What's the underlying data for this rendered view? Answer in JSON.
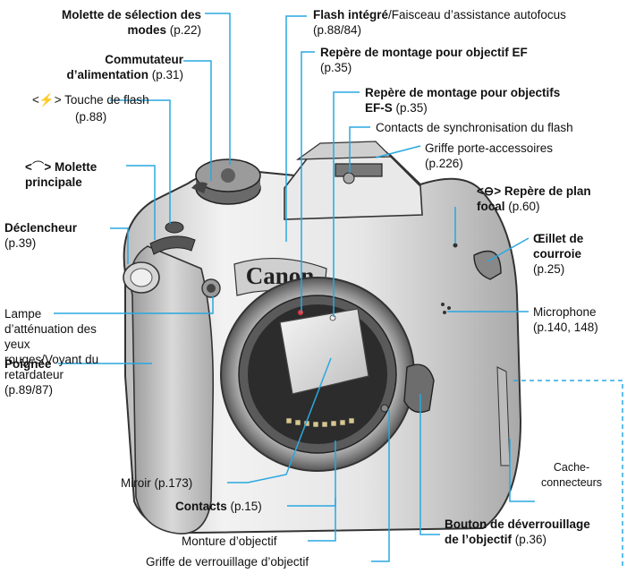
{
  "labels": {
    "molette_modes": {
      "name": "Molette de sélection des modes",
      "page": " (p.22)"
    },
    "commutateur": {
      "name": "Commutateur d’alimentation",
      "page": " (p.31)"
    },
    "touche_flash": {
      "prefix": "<",
      "suffix": "> Touche de flash",
      "page": "(p.88)"
    },
    "molette_principale": {
      "prefix": "<",
      "suffix": "> Molette principale"
    },
    "declencheur": {
      "name": "Déclencheur",
      "page": "(p.39)"
    },
    "lampe": {
      "text": "Lampe d’atténuation des yeux rouges/Voyant du retardateur",
      "page": "(p.89/87)"
    },
    "poignee": {
      "name": "Poignée"
    },
    "flash_integre": {
      "name": "Flash intégré",
      "rest": "/Faisceau d’assistance autofocus",
      "page": "(p.88/84)"
    },
    "repere_ef": {
      "name": "Repère de montage pour objectif EF",
      "page": "(p.35)"
    },
    "repere_efs": {
      "name": "Repère de montage pour objectifs EF-S",
      "page": " (p.35)"
    },
    "contacts_sync": {
      "name": "Contacts de synchronisation du flash"
    },
    "griffe": {
      "name": "Griffe porte-accessoires",
      "page": "(p.226)"
    },
    "plan_focal": {
      "prefix": "<",
      "suffix": "> Repère de plan focal",
      "page": " (p.60)"
    },
    "oeillet": {
      "name": "Œillet de courroie",
      "page": "(p.25)"
    },
    "microphone": {
      "name": "Microphone",
      "page": "(p.140, 148)"
    },
    "cache": {
      "name": "Cache-connecteurs"
    },
    "miroir": {
      "name": "Miroir",
      "page": " (p.173)"
    },
    "contacts": {
      "name": "Contacts",
      "page": " (p.15)"
    },
    "monture": {
      "name": "Monture d’objectif"
    },
    "bouton_deverrouillage": {
      "name": "Bouton de déverrouillage de l’objectif",
      "page": " (p.36)"
    },
    "griffe_verrouillage": {
      "name": "Griffe de verrouillage d’objectif"
    }
  },
  "camera": {
    "brand_logo": "Canon"
  },
  "colors": {
    "leader_line": "#29a8e0",
    "ink": "#111111",
    "body_light": "#e8e8e8",
    "body_dark": "#555555"
  }
}
